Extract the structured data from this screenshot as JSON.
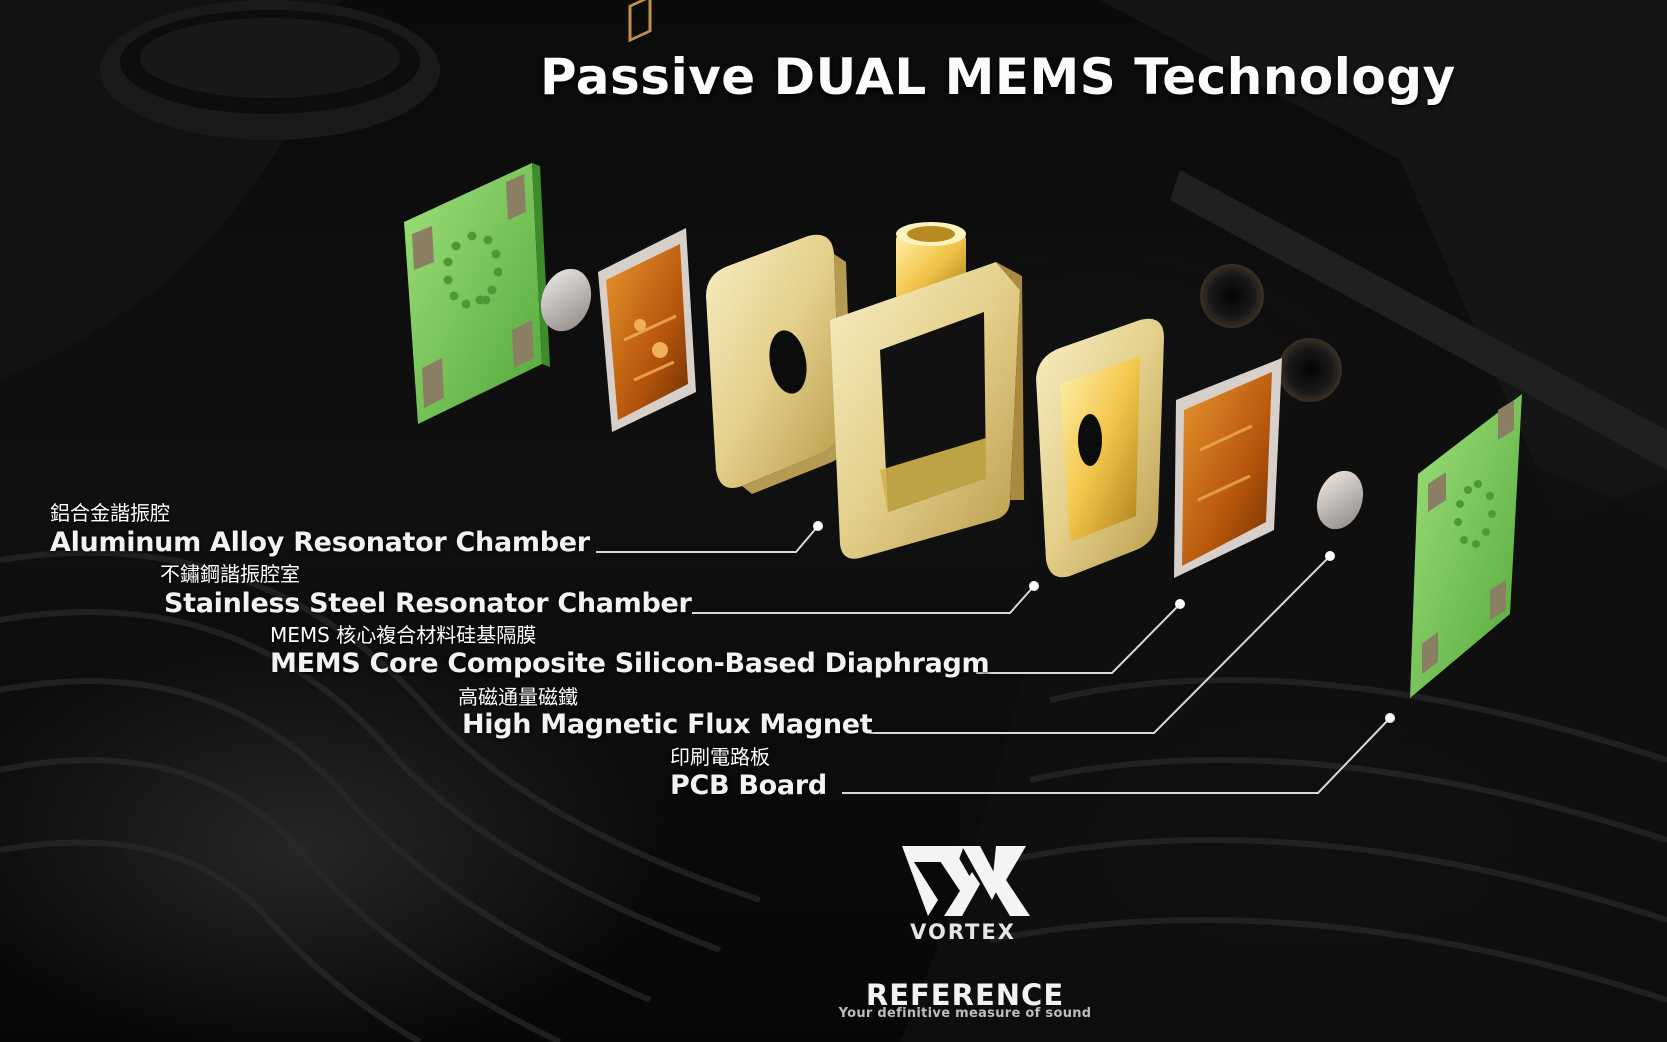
{
  "title": "Passive DUAL MEMS Technology",
  "labels": [
    {
      "zh": "鋁合金諧振腔",
      "en": "Aluminum Alloy Resonator Chamber"
    },
    {
      "zh": "不鏽鋼諧振腔室",
      "en": "Stainless Steel Resonator Chamber"
    },
    {
      "zh": "MEMS 核心複合材料硅基隔膜",
      "en": "MEMS Core Composite Silicon-Based Diaphragm"
    },
    {
      "zh": "高磁通量磁鐵",
      "en": "High Magnetic Flux Magnet"
    },
    {
      "zh": "印刷電路板",
      "en": "PCB Board"
    }
  ],
  "brand": {
    "name": "VORTEX",
    "product": "REFERENCE",
    "tagline": "Your definitive measure of sound"
  },
  "colors": {
    "background": "#050505",
    "pcb_green": "#6cc04a",
    "chamber_gold": "#e8d89a",
    "diaphragm_orange": "#c86a12",
    "leader_line": "#d8d8d8"
  },
  "icons": [
    "vortex-logo-icon",
    "leader-dot-icon"
  ]
}
